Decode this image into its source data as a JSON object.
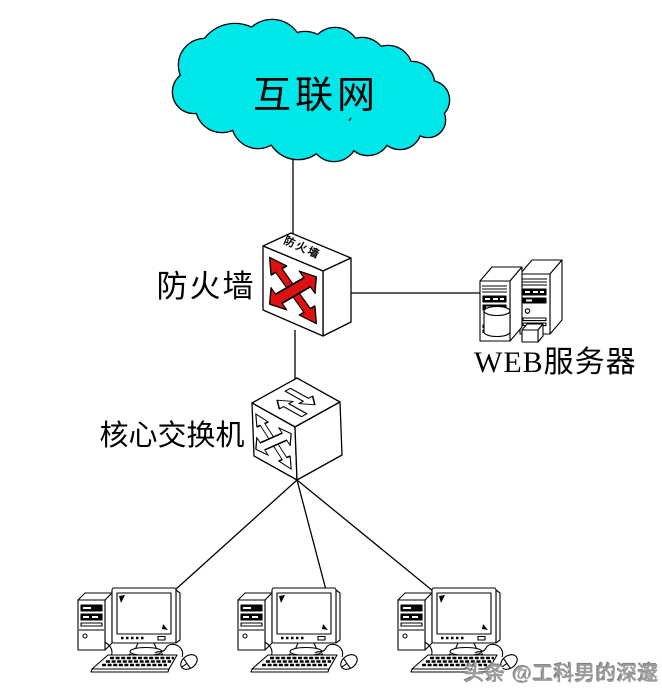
{
  "nodes": {
    "internet": {
      "type": "cloud",
      "label": "互联网"
    },
    "firewall": {
      "type": "firewall",
      "label": "防火墙",
      "device_label": "防火墙"
    },
    "web_server": {
      "type": "server",
      "label": "WEB服务器"
    },
    "core_switch": {
      "type": "switch",
      "label": "核心交换机"
    },
    "workstations": {
      "type": "pc-group",
      "count": 3
    }
  },
  "connections": [
    {
      "from": "internet",
      "to": "firewall"
    },
    {
      "from": "firewall",
      "to": "web_server"
    },
    {
      "from": "firewall",
      "to": "core_switch"
    },
    {
      "from": "core_switch",
      "to": "workstation-1"
    },
    {
      "from": "core_switch",
      "to": "workstation-2"
    },
    {
      "from": "core_switch",
      "to": "workstation-3"
    }
  ],
  "watermark": {
    "text": "头条 @工科男的深邃"
  },
  "colors": {
    "background": "#ffffff",
    "cloud_fill": "#00e7ea",
    "firewall_arrows": "#dd1111",
    "outline": "#000000",
    "watermark": "#9b9b9b"
  }
}
